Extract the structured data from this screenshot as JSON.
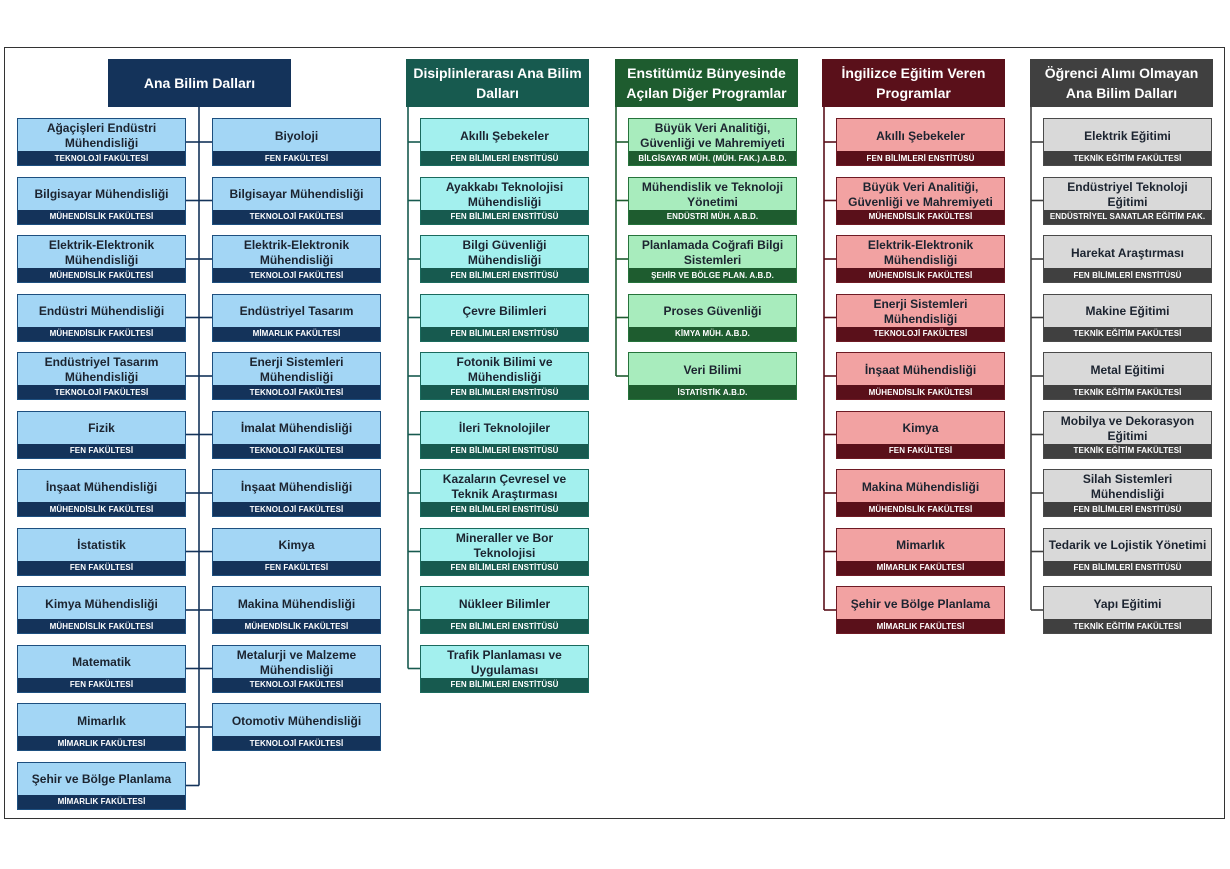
{
  "colors": {
    "blue_header": "#14335a",
    "blue_box": "#a3d6f5",
    "blue_border": "#1d4f7f",
    "teal_header": "#175a4f",
    "teal_box": "#a3f0ee",
    "teal_border": "#1a6a5d",
    "green_header": "#1e5c2f",
    "green_box": "#a8ecbd",
    "green_border": "#26733b",
    "red_header": "#5a101a",
    "red_box": "#f2a2a2",
    "red_border": "#6e1a24",
    "gray_header": "#404040",
    "gray_box": "#d9d9d9",
    "gray_border": "#4a4a4a"
  },
  "columns": [
    {
      "theme": "blue",
      "header": "Ana Bilim Dalları",
      "items": [
        {
          "name": "Ağaçişleri Endüstri Mühendisliği",
          "faculty": "TEKNOLOJİ FAKÜLTESİ"
        },
        {
          "name": "Bilgisayar Mühendisliği",
          "faculty": "MÜHENDİSLİK FAKÜLTESİ"
        },
        {
          "name": "Elektrik-Elektronik Mühendisliği",
          "faculty": "MÜHENDİSLİK FAKÜLTESİ"
        },
        {
          "name": "Endüstri Mühendisliği",
          "faculty": "MÜHENDİSLİK FAKÜLTESİ"
        },
        {
          "name": "Endüstriyel Tasarım Mühendisliği",
          "faculty": "TEKNOLOJİ FAKÜLTESİ"
        },
        {
          "name": "Fizik",
          "faculty": "FEN FAKÜLTESİ"
        },
        {
          "name": "İnşaat Mühendisliği",
          "faculty": "MÜHENDİSLİK FAKÜLTESİ"
        },
        {
          "name": "İstatistik",
          "faculty": "FEN FAKÜLTESİ"
        },
        {
          "name": "Kimya Mühendisliği",
          "faculty": "MÜHENDİSLİK FAKÜLTESİ"
        },
        {
          "name": "Matematik",
          "faculty": "FEN FAKÜLTESİ"
        },
        {
          "name": "Mimarlık",
          "faculty": "MİMARLIK FAKÜLTESİ"
        },
        {
          "name": "Şehir ve Bölge Planlama",
          "faculty": "MİMARLIK FAKÜLTESİ"
        },
        {
          "name": "Biyoloji",
          "faculty": "FEN FAKÜLTESİ"
        },
        {
          "name": "Bilgisayar Mühendisliği",
          "faculty": "TEKNOLOJİ FAKÜLTESİ"
        },
        {
          "name": "Elektrik-Elektronik Mühendisliği",
          "faculty": "TEKNOLOJİ FAKÜLTESİ"
        },
        {
          "name": "Endüstriyel Tasarım",
          "faculty": "MİMARLIK FAKÜLTESİ"
        },
        {
          "name": "Enerji Sistemleri Mühendisliği",
          "faculty": "TEKNOLOJİ FAKÜLTESİ"
        },
        {
          "name": "İmalat Mühendisliği",
          "faculty": "TEKNOLOJİ FAKÜLTESİ"
        },
        {
          "name": "İnşaat Mühendisliği",
          "faculty": "TEKNOLOJİ FAKÜLTESİ"
        },
        {
          "name": "Kimya",
          "faculty": "FEN FAKÜLTESİ"
        },
        {
          "name": "Makina Mühendisliği",
          "faculty": "MÜHENDİSLİK FAKÜLTESİ"
        },
        {
          "name": "Metalurji ve Malzeme Mühendisliği",
          "faculty": "TEKNOLOJİ FAKÜLTESİ"
        },
        {
          "name": "Otomotiv Mühendisliği",
          "faculty": "TEKNOLOJİ FAKÜLTESİ"
        }
      ]
    },
    {
      "theme": "teal",
      "header": "Disiplinlerarası Ana Bilim Dalları",
      "items": [
        {
          "name": "Akıllı Şebekeler",
          "faculty": "FEN BİLİMLERİ ENSTİTÜSÜ"
        },
        {
          "name": "Ayakkabı Teknolojisi Mühendisliği",
          "faculty": "FEN BİLİMLERİ ENSTİTÜSÜ"
        },
        {
          "name": "Bilgi Güvenliği Mühendisliği",
          "faculty": "FEN BİLİMLERİ ENSTİTÜSÜ"
        },
        {
          "name": "Çevre Bilimleri",
          "faculty": "FEN BİLİMLERİ ENSTİTÜSÜ"
        },
        {
          "name": "Fotonik Bilimi ve Mühendisliği",
          "faculty": "FEN BİLİMLERİ ENSTİTÜSÜ"
        },
        {
          "name": "İleri Teknolojiler",
          "faculty": "FEN BİLİMLERİ ENSTİTÜSÜ"
        },
        {
          "name": "Kazaların Çevresel ve Teknik Araştırması",
          "faculty": "FEN BİLİMLERİ ENSTİTÜSÜ"
        },
        {
          "name": "Mineraller ve Bor Teknolojisi",
          "faculty": "FEN BİLİMLERİ ENSTİTÜSÜ"
        },
        {
          "name": "Nükleer Bilimler",
          "faculty": "FEN BİLİMLERİ ENSTİTÜSÜ"
        },
        {
          "name": "Trafik Planlaması ve Uygulaması",
          "faculty": "FEN BİLİMLERİ ENSTİTÜSÜ"
        }
      ]
    },
    {
      "theme": "green",
      "header": "Enstitümüz Bünyesinde Açılan Diğer Programlar",
      "items": [
        {
          "name": "Büyük Veri Analitiği, Güvenliği ve Mahremiyeti",
          "faculty": "BİLGİSAYAR MÜH. (MÜH. FAK.) A.B.D."
        },
        {
          "name": "Mühendislik ve Teknoloji Yönetimi",
          "faculty": "ENDÜSTRİ MÜH. A.B.D."
        },
        {
          "name": "Planlamada Coğrafi Bilgi Sistemleri",
          "faculty": "ŞEHİR VE BÖLGE PLAN. A.B.D."
        },
        {
          "name": "Proses Güvenliği",
          "faculty": "KİMYA MÜH. A.B.D."
        },
        {
          "name": "Veri Bilimi",
          "faculty": "İSTATİSTİK A.B.D."
        }
      ]
    },
    {
      "theme": "red",
      "header": "İngilizce Eğitim Veren Programlar",
      "items": [
        {
          "name": "Akıllı Şebekeler",
          "faculty": "FEN BİLİMLERİ ENSTİTÜSÜ"
        },
        {
          "name": "Büyük Veri Analitiği, Güvenliği ve Mahremiyeti",
          "faculty": "MÜHENDİSLİK FAKÜLTESİ"
        },
        {
          "name": "Elektrik-Elektronik Mühendisliği",
          "faculty": "MÜHENDİSLİK FAKÜLTESİ"
        },
        {
          "name": "Enerji Sistemleri Mühendisliği",
          "faculty": "TEKNOLOJİ FAKÜLTESİ"
        },
        {
          "name": "İnşaat Mühendisliği",
          "faculty": "MÜHENDİSLİK FAKÜLTESİ"
        },
        {
          "name": "Kimya",
          "faculty": "FEN FAKÜLTESİ"
        },
        {
          "name": "Makina Mühendisliği",
          "faculty": "MÜHENDİSLİK FAKÜLTESİ"
        },
        {
          "name": "Mimarlık",
          "faculty": "MİMARLIK FAKÜLTESİ"
        },
        {
          "name": "Şehir ve Bölge Planlama",
          "faculty": "MİMARLIK FAKÜLTESİ"
        }
      ]
    },
    {
      "theme": "gray",
      "header": "Öğrenci Alımı Olmayan Ana Bilim Dalları",
      "items": [
        {
          "name": "Elektrik Eğitimi",
          "faculty": "TEKNİK EĞİTİM FAKÜLTESİ"
        },
        {
          "name": "Endüstriyel Teknoloji Eğitimi",
          "faculty": "ENDÜSTRİYEL SANATLAR EĞİTİM FAK."
        },
        {
          "name": "Harekat Araştırması",
          "faculty": "FEN BİLİMLERİ ENSTİTÜSÜ"
        },
        {
          "name": "Makine Eğitimi",
          "faculty": "TEKNİK EĞİTİM FAKÜLTESİ"
        },
        {
          "name": "Metal Eğitimi",
          "faculty": "TEKNİK EĞİTİM FAKÜLTESİ"
        },
        {
          "name": "Mobilya ve Dekorasyon Eğitimi",
          "faculty": "TEKNİK EĞİTİM FAKÜLTESİ"
        },
        {
          "name": "Silah Sistemleri Mühendisliği",
          "faculty": "FEN BİLİMLERİ ENSTİTÜSÜ"
        },
        {
          "name": "Tedarik ve Lojistik Yönetimi",
          "faculty": "FEN BİLİMLERİ ENSTİTÜSÜ"
        },
        {
          "name": "Yapı Eğitimi",
          "faculty": "TEKNİK EĞİTİM FAKÜLTESİ"
        }
      ]
    }
  ]
}
